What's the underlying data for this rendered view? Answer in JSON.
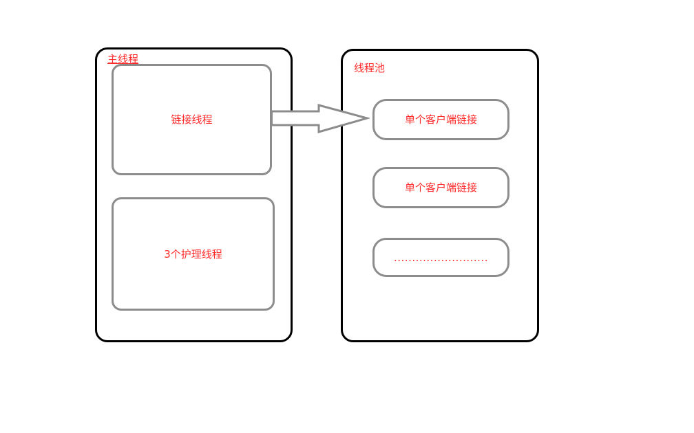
{
  "canvas": {
    "background": "#ffffff"
  },
  "colors": {
    "outer_border": "#000000",
    "inner_border": "#8c8c8c",
    "label_text": "#ff2a2a",
    "arrow_outline": "#8c8c8c",
    "arrow_fill": "#ffffff"
  },
  "left_panel": {
    "label": "主线程",
    "boxes": [
      {
        "label": "链接线程"
      },
      {
        "label": "3个护理线程"
      }
    ]
  },
  "right_panel": {
    "label": "线程池",
    "boxes": [
      {
        "label": "单个客户端链接"
      },
      {
        "label": "单个客户端链接"
      },
      {
        "label": ".........................."
      }
    ]
  }
}
